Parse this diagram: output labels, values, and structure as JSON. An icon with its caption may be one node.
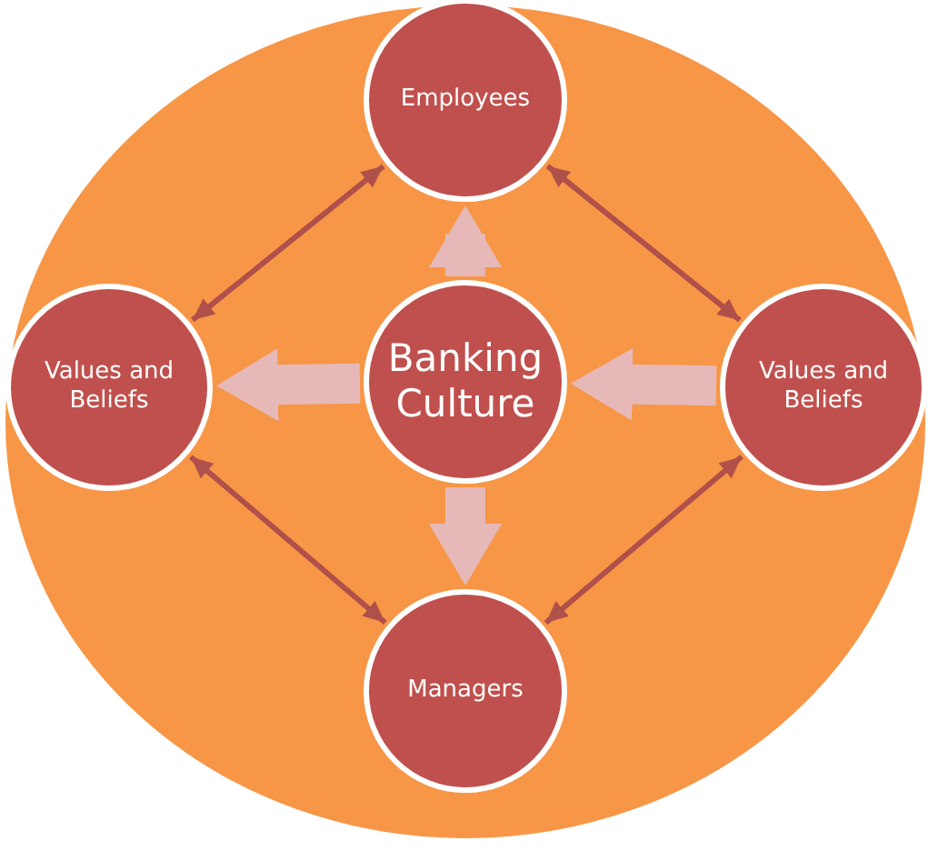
{
  "diagram": {
    "nodes": [
      {
        "text": [],
        "shape": "circle"
      },
      {
        "text": [
          "Employees"
        ],
        "in": 0
      },
      {
        "text": [
          "Values and Beliefs"
        ],
        "in": 0
      },
      {
        "text": [
          "Banking Culture"
        ],
        "in": 0
      },
      {
        "text": [
          "Values and Beliefs"
        ],
        "in": 0
      },
      {
        "text": [
          "Managers"
        ],
        "in": 0
      }
    ],
    "edges": [
      {
        "from": 1,
        "to": 2,
        "arrow": "both",
        "color": "#b0504a"
      },
      {
        "from": 1,
        "to": 4,
        "arrow": "both",
        "color": "#b0504a"
      },
      {
        "from": 2,
        "to": 5,
        "arrow": "both",
        "color": "#b0504a"
      },
      {
        "from": 4,
        "to": 5,
        "arrow": "both",
        "color": "#b0504a"
      },
      {
        "from": 3,
        "to": 1,
        "arrow": "to",
        "style": "thick",
        "color": "#e6b9b8"
      },
      {
        "from": 3,
        "to": 2,
        "arrow": "to",
        "style": "thick",
        "color": "#e6b9b8"
      },
      {
        "from": 4,
        "to": 3,
        "arrow": "to",
        "style": "thick",
        "color": "#e6b9b8"
      },
      {
        "from": 3,
        "to": 5,
        "arrow": "to",
        "style": "thick",
        "color": "#e6b9b8"
      }
    ]
  }
}
